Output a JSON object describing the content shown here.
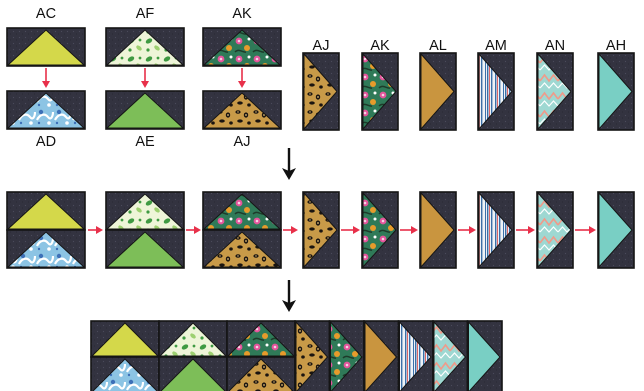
{
  "colors": {
    "background": "#333340",
    "outline": "#151515",
    "arrow_red": "#e8304a",
    "arrow_black": "#111111"
  },
  "fabrics": {
    "AC": {
      "icon": "solid-chartreuse",
      "base": "#d4d84a"
    },
    "AD": {
      "icon": "blue-floral-print",
      "base": "#8cc4e4",
      "accent": "#ffffff",
      "accent2": "#3d70b8"
    },
    "AE": {
      "icon": "solid-green",
      "base": "#7dbe58"
    },
    "AF": {
      "icon": "green-floral-print",
      "base": "#eef5d8",
      "accent": "#3f9a42",
      "accent2": "#9dd070"
    },
    "AH": {
      "icon": "solid-aqua",
      "base": "#79cfc4"
    },
    "AJ": {
      "icon": "leopard-print",
      "base": "#c89a48",
      "accent": "#1a1410",
      "accent2": "#e6c27a"
    },
    "AK": {
      "icon": "bold-floral-print",
      "base": "#2f7a58",
      "accent": "#e4559c",
      "accent2": "#e69b2b"
    },
    "AL": {
      "icon": "solid-mustard",
      "base": "#c9953f"
    },
    "AM": {
      "icon": "blue-stripe-print",
      "base": "#eef2f6",
      "accent": "#3b6fa8",
      "accent2": "#d54444"
    },
    "AN": {
      "icon": "aqua-ikat-print",
      "base": "#9ed8d2",
      "accent": "#f09a8a",
      "accent2": "#ffffff"
    }
  },
  "top_pairs": [
    {
      "top": "AC",
      "bottom": "AD"
    },
    {
      "top": "AF",
      "bottom": "AE"
    },
    {
      "top": "AK",
      "bottom": "AJ"
    }
  ],
  "top_singles": [
    "AJ",
    "AK",
    "AL",
    "AM",
    "AN",
    "AH"
  ],
  "step_arrows": [
    "down-arrow-icon",
    "down-arrow-icon"
  ]
}
